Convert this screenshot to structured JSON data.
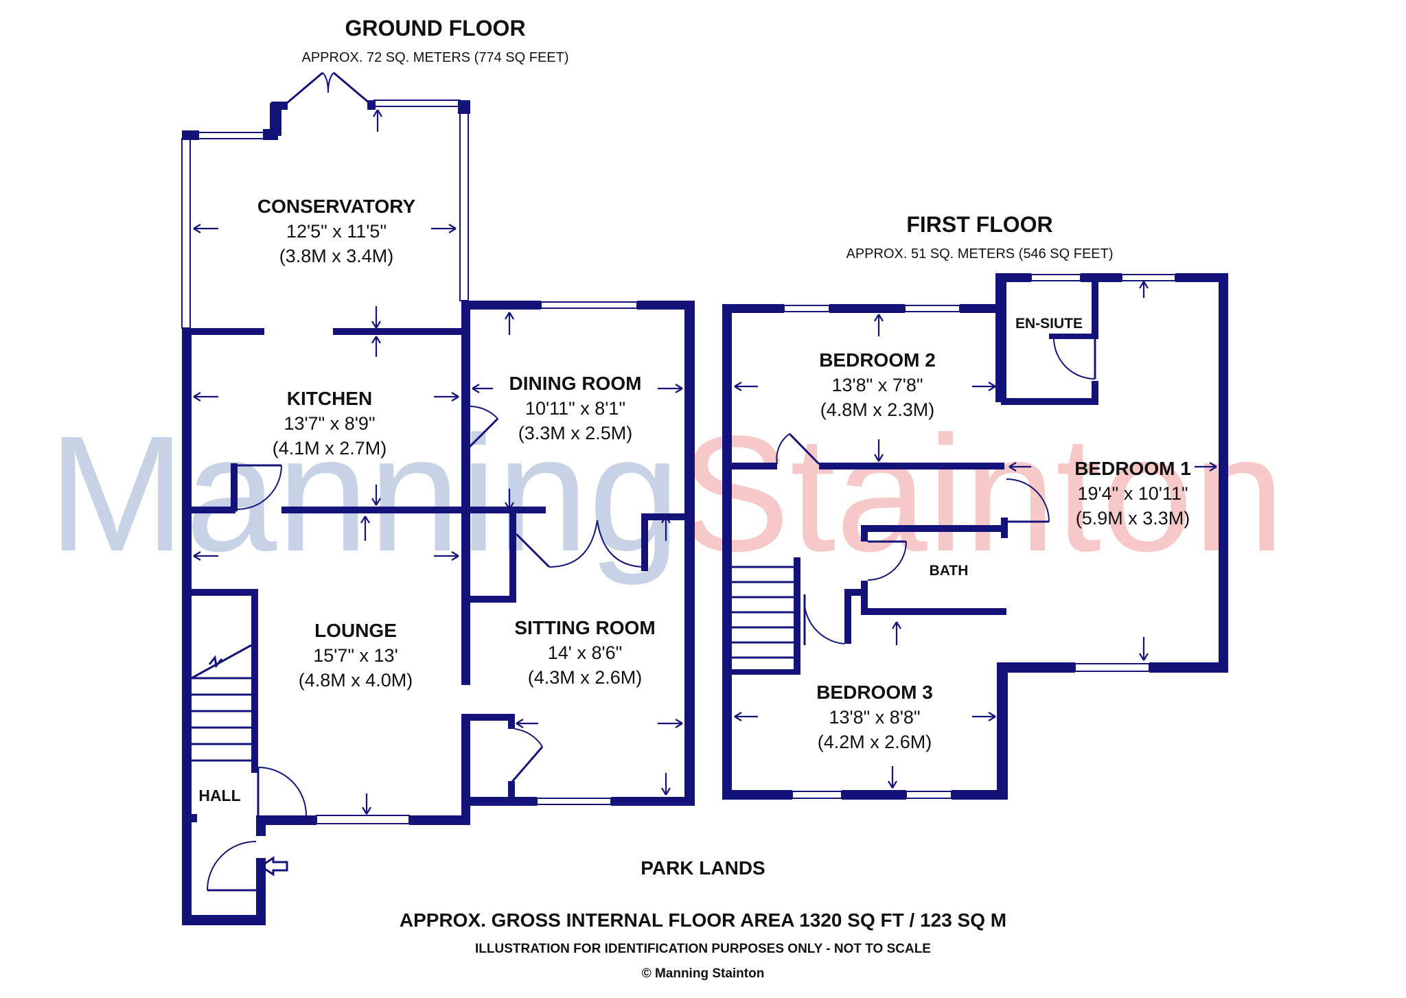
{
  "watermark": {
    "part1": "Manning",
    "part2": "Stainton",
    "color1": "#c7d2e6",
    "color2": "#f6c8c8"
  },
  "colors": {
    "wall": "#13137a",
    "text": "#111111",
    "background": "#ffffff"
  },
  "ground_floor": {
    "title": "GROUND FLOOR",
    "area": "APPROX. 72 SQ. METERS (774 SQ FEET)",
    "rooms": [
      {
        "name": "CONSERVATORY",
        "imperial": "12'5\" x 11'5\"",
        "metric": "(3.8M x 3.4M)"
      },
      {
        "name": "KITCHEN",
        "imperial": "13'7\" x 8'9\"",
        "metric": "(4.1M x 2.7M)"
      },
      {
        "name": "DINING ROOM",
        "imperial": "10'11\" x 8'1\"",
        "metric": "(3.3M x 2.5M)"
      },
      {
        "name": "LOUNGE",
        "imperial": "15'7\" x 13'",
        "metric": "(4.8M x 4.0M)"
      },
      {
        "name": "SITTING ROOM",
        "imperial": "14' x 8'6\"",
        "metric": "(4.3M x 2.6M)"
      },
      {
        "name": "HALL"
      }
    ]
  },
  "first_floor": {
    "title": "FIRST FLOOR",
    "area": "APPROX. 51 SQ. METERS (546 SQ FEET)",
    "rooms": [
      {
        "name": "BEDROOM 2",
        "imperial": "13'8\" x 7'8\"",
        "metric": "(4.8M x 2.3M)"
      },
      {
        "name": "BEDROOM 1",
        "imperial": "19'4\" x 10'11\"",
        "metric": "(5.9M x 3.3M)"
      },
      {
        "name": "BEDROOM 3",
        "imperial": "13'8\" x 8'8\"",
        "metric": "(4.2M x 2.6M)"
      },
      {
        "name": "EN-SIUTE"
      },
      {
        "name": "BATH"
      }
    ]
  },
  "footer": {
    "property": "PARK LANDS",
    "gross_area": "APPROX. GROSS INTERNAL FLOOR AREA 1320 SQ FT / 123 SQ M",
    "disclaimer": "ILLUSTRATION FOR IDENTIFICATION PURPOSES ONLY - NOT TO SCALE",
    "copyright": "© Manning Stainton"
  }
}
